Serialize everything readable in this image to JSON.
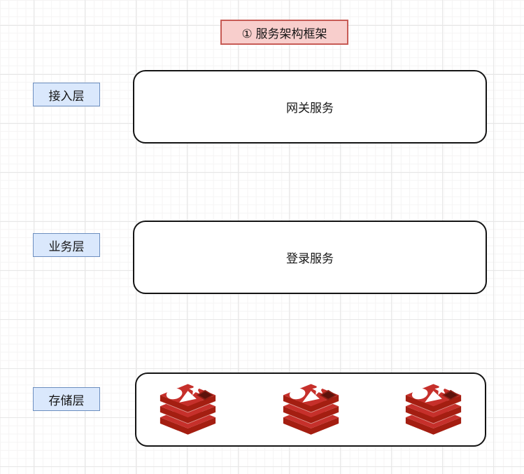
{
  "diagram": {
    "title": "① 服务架构框架",
    "layers": [
      {
        "label": "接入层"
      },
      {
        "label": "业务层"
      },
      {
        "label": "存储层"
      }
    ],
    "services": [
      {
        "label": "网关服务"
      },
      {
        "label": "登录服务"
      }
    ],
    "storage": {
      "icon_count": 3,
      "icons": [
        "redis-database-icon",
        "redis-database-icon",
        "redis-database-icon"
      ]
    },
    "colors": {
      "title_bg": "#f8cecc",
      "title_border": "#c75b55",
      "layer_label_bg": "#dae8fc",
      "layer_label_border": "#6c8ebf",
      "service_box_border": "#141414",
      "redis_top_red": "#c6302b",
      "redis_side_red": "#a41e11",
      "redis_hole_dark": "#5d120b",
      "grid_major": "#e7e7e7",
      "grid_minor": "#f5f4f4"
    }
  }
}
